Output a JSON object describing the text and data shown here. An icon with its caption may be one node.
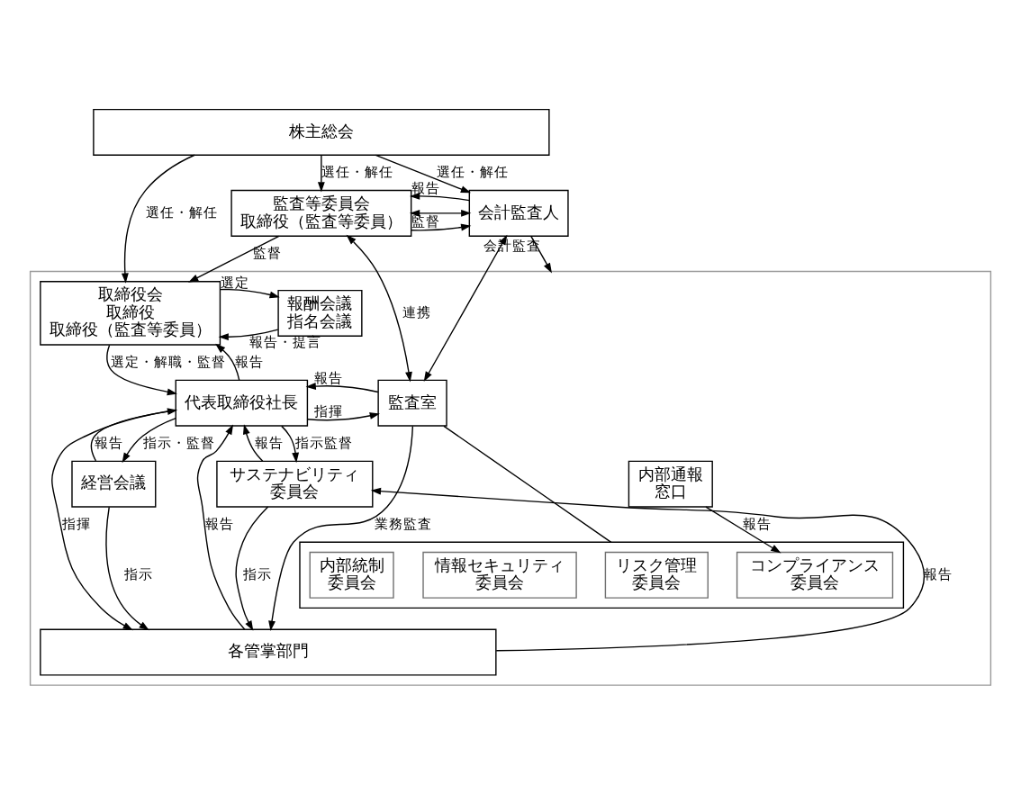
{
  "diagram": {
    "nodes": [
      {
        "text": [
          "株主総会"
        ]
      },
      {
        "text": [],
        "shape": "box"
      },
      {
        "text": [
          "報酬会議",
          "指名会議"
        ],
        "in": 1
      },
      {
        "text": [
          "取締役会",
          "取締役",
          "取締役（監査等委員）"
        ],
        "in": 1
      },
      {
        "text": [
          "監査等委員会",
          "取締役（監査等委員）"
        ]
      },
      {
        "text": [
          "会計監査人"
        ]
      },
      {
        "text": [
          "代表取締役社長"
        ],
        "in": 1
      },
      {
        "text": [
          "監査室"
        ],
        "in": 1
      },
      {
        "text": [
          "サステナビリティ委員会"
        ],
        "in": 1
      },
      {
        "text": [
          "経営会議"
        ],
        "in": 1
      },
      {
        "text": [],
        "shape": "box",
        "in": 1
      },
      {
        "text": [
          "リスク管理委員会"
        ],
        "in": 10
      },
      {
        "text": [
          "コンプライアンス委員会"
        ],
        "in": 10
      },
      {
        "text": [
          "情報セキュリティ委員会"
        ],
        "in": 10
      },
      {
        "text": [
          "内部統制委員会"
        ],
        "in": 10
      },
      {
        "text": [
          "内部通報窓口"
        ],
        "in": 1
      },
      {
        "text": [
          "各管掌部門"
        ],
        "in": 1
      }
    ],
    "edges": [
      {
        "from": 0,
        "to": 3,
        "arrow": "to",
        "label": "選任・解任"
      },
      {
        "from": 0,
        "to": 4,
        "arrow": "to",
        "label": "選任・解任"
      },
      {
        "from": 0,
        "to": 5,
        "arrow": "to",
        "label": "選任・解任"
      },
      {
        "from": 2,
        "to": 3,
        "arrow": "to",
        "label": "報告・提言"
      },
      {
        "from": 3,
        "to": 2,
        "arrow": "to",
        "label": "選定"
      },
      {
        "from": 3,
        "to": 6,
        "arrow": "to",
        "label": "選定・解職・監督"
      },
      {
        "from": 4,
        "to": 3,
        "arrow": "to",
        "label": "監督"
      },
      {
        "from": 4,
        "to": 5,
        "arrow": "to",
        "label": "監督"
      },
      {
        "from": 4,
        "to": 5,
        "arrow": "both"
      },
      {
        "from": 4,
        "to": 7,
        "arrow": "both",
        "label": "連携"
      },
      {
        "from": 5,
        "to": 4,
        "arrow": "to",
        "label": "報告"
      },
      {
        "from": 5,
        "to": 1,
        "arrow": "to",
        "label": "会計監査"
      },
      {
        "from": 5,
        "to": 7,
        "arrow": "both"
      },
      {
        "from": 6,
        "to": 3,
        "arrow": "to",
        "label": "報告"
      },
      {
        "from": 6,
        "to": 7,
        "arrow": "to",
        "label": "指揮"
      },
      {
        "from": 6,
        "to": 8,
        "arrow": "to",
        "label": "指示監督"
      },
      {
        "from": 6,
        "to": 16,
        "arrow": "to",
        "label": "指揮"
      },
      {
        "from": 6,
        "to": 9,
        "arrow": "to",
        "label": "指示・監督"
      },
      {
        "from": 7,
        "to": 6,
        "arrow": "to",
        "label": "報告"
      },
      {
        "from": 7,
        "to": 16,
        "arrow": "to",
        "label": "業務監査"
      },
      {
        "from": 7,
        "to": 10,
        "arrow": "none"
      },
      {
        "from": 8,
        "to": 6,
        "arrow": "to",
        "label": "報告"
      },
      {
        "from": 8,
        "to": 16,
        "arrow": "to",
        "label": "指示"
      },
      {
        "from": 9,
        "to": 6,
        "arrow": "to",
        "label": "報告"
      },
      {
        "from": 9,
        "to": 16,
        "arrow": "to",
        "label": "指示"
      },
      {
        "from": 15,
        "to": 12,
        "arrow": "to",
        "label": "報告"
      },
      {
        "from": 16,
        "to": 6,
        "arrow": "to",
        "label": "報告"
      },
      {
        "from": 16,
        "to": 8,
        "arrow": "to",
        "label": "報告"
      }
    ]
  }
}
